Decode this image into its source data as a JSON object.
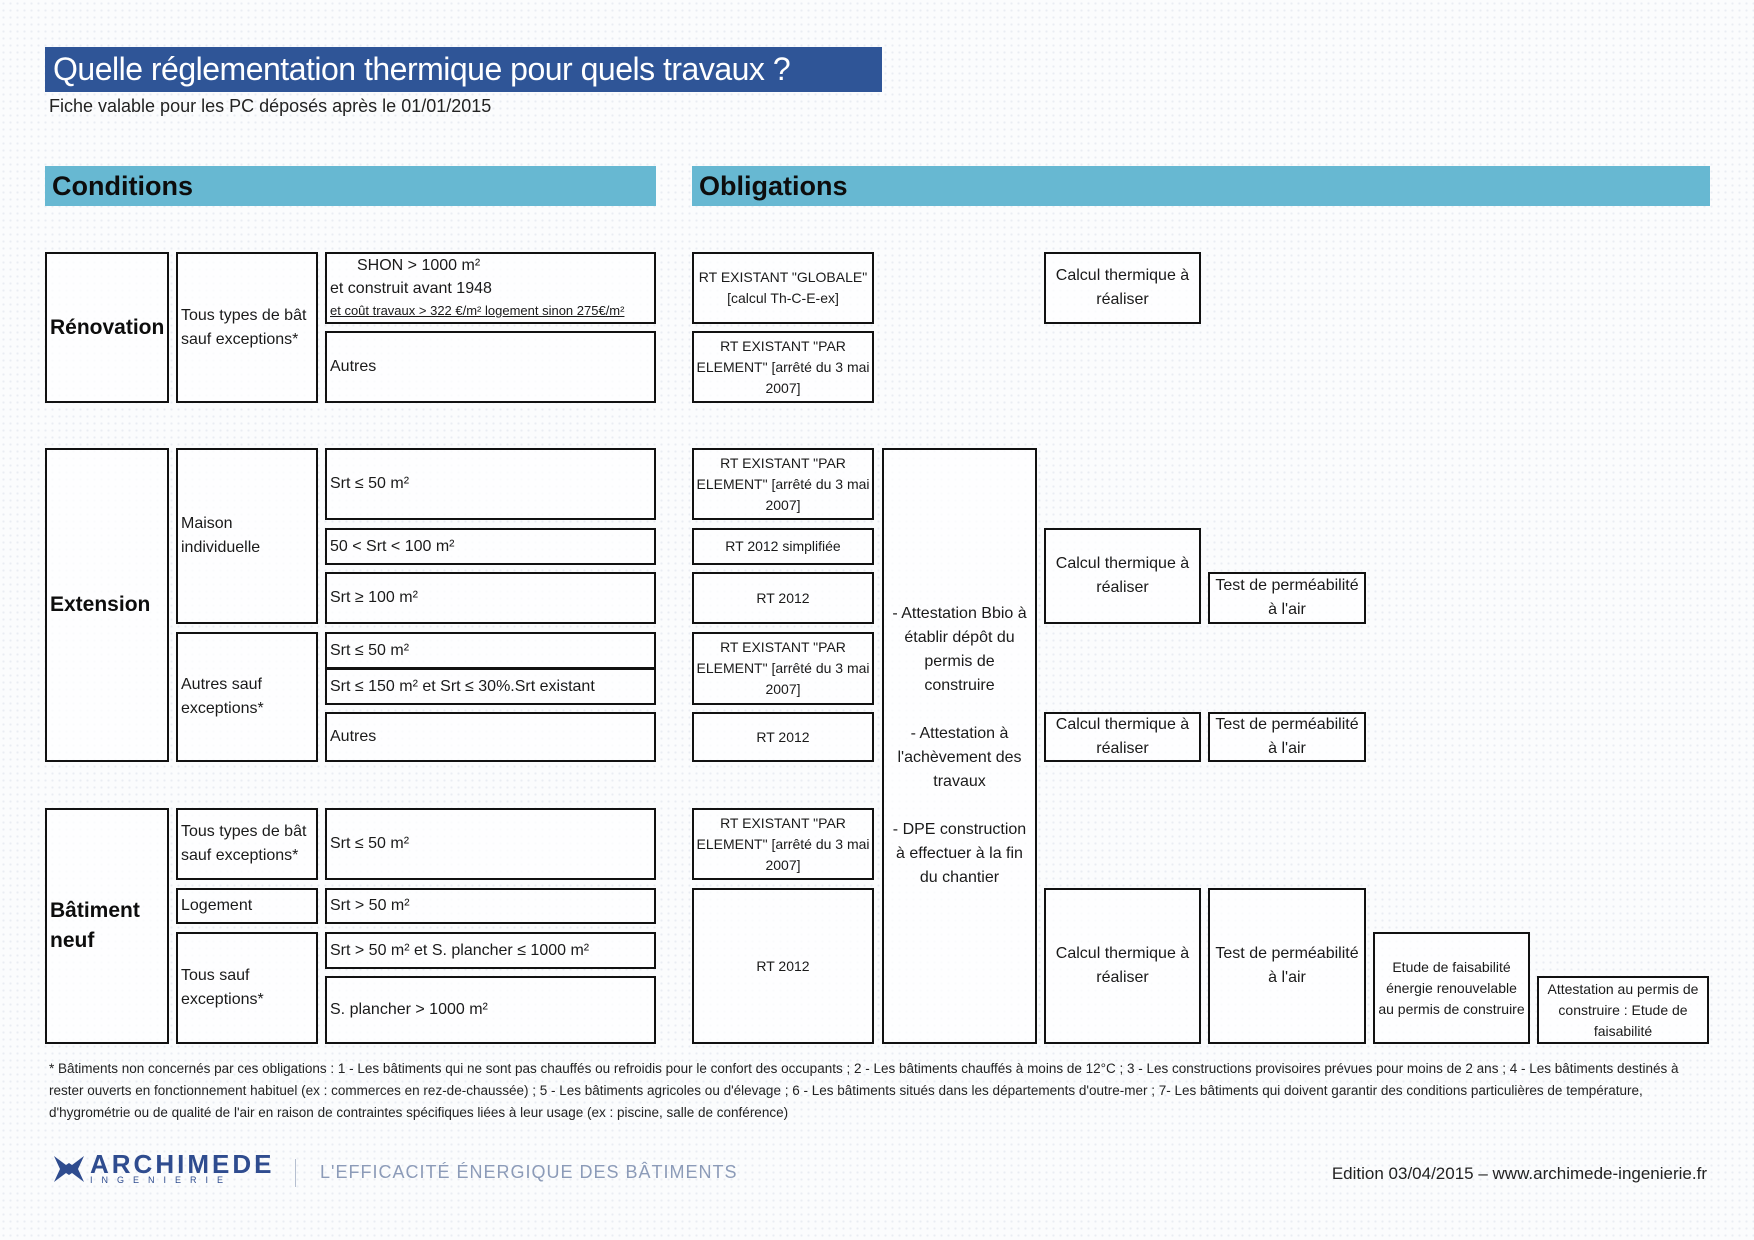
{
  "header": {
    "title": "Quelle réglementation thermique pour quels travaux ?",
    "subtitle": "Fiche valable pour les PC déposés après le 01/01/2015"
  },
  "sections": {
    "conditions": "Conditions",
    "obligations": "Obligations"
  },
  "conditions": {
    "renovation": {
      "label": "Rénovation",
      "type": "Tous types de bât sauf exceptions*",
      "cond1": [
        "SHON > 1000 m²",
        "et construit avant 1948",
        "et coût travaux > 322 €/m² logement sinon 275€/m²"
      ],
      "cond2": "Autres"
    },
    "extension": {
      "label": "Extension",
      "type_maison": "Maison individuelle",
      "maison_conds": [
        "Srt ≤ 50 m²",
        "50 < Srt < 100 m²",
        "Srt ≥ 100 m²"
      ],
      "type_autres": "Autres sauf exceptions*",
      "autres_conds": [
        "Srt ≤ 50 m²",
        "Srt ≤ 150 m² et Srt  ≤ 30%.Srt existant",
        "Autres"
      ]
    },
    "neuf": {
      "label": "Bâtiment neuf",
      "type_tous": "Tous types de bât sauf exceptions*",
      "cond_tous": "Srt ≤ 50 m²",
      "type_logement": "Logement",
      "cond_logement": "Srt > 50 m²",
      "type_sauf": "Tous sauf exceptions*",
      "cond_sauf1": "Srt > 50 m² et S. plancher ≤  1000 m²",
      "cond_sauf2": "S. plancher >  1000 m²"
    }
  },
  "obligations": {
    "rt_globale": "RT EXISTANT \"GLOBALE\" [calcul Th-C-E-ex]",
    "rt_par_element": "RT EXISTANT \"PAR ELEMENT\" [arrêté du 3 mai 2007]",
    "rt_2012_simplifiee": "RT 2012 simplifiée",
    "rt_2012": "RT 2012",
    "calcul": "Calcul thermique à réaliser",
    "test": "Test de perméabilité à l'air",
    "attestations": "- Attestation Bbio à établir dépôt du permis de construire\n\n- Attestation à l'achèvement des travaux\n\n- DPE construction à effectuer à la fin du chantier",
    "etude": "Etude de faisabilité énergie renouvelable au permis de construire",
    "attestation_pc": "Attestation au permis de construire : Etude de faisabilité"
  },
  "footnote": "* Bâtiments non concernés par ces obligations : 1 - Les bâtiments qui ne sont pas chauffés ou refroidis pour le confort des occupants ; 2 - Les bâtiments chauffés à moins de 12°C ; 3 - Les constructions provisoires prévues pour moins de 2 ans ; 4 - Les bâtiments destinés à rester ouverts en fonctionnement habituel (ex : commerces en rez-de-chaussée) ; 5 - Les bâtiments agricoles ou d'élevage ; 6 - Les bâtiments situés dans les départements d'outre-mer ; 7- Les bâtiments qui doivent garantir des conditions particulières de température, d'hygrométrie ou de qualité de l'air en raison de contraintes spécifiques liées à leur usage (ex : piscine, salle de conférence)",
  "footer": {
    "logo": "ARCHIMEDE",
    "logo_sub": "INGENIERIE",
    "tagline": "L'EFFICACITÉ ÉNERGIQUE DES BÂTIMENTS",
    "edition": "Edition 03/04/2015 – www.archimede-ingenierie.fr"
  },
  "colors": {
    "title_bg": "#2f5597",
    "section_bg": "#67b8d2",
    "logo": "#2f4c8f"
  }
}
